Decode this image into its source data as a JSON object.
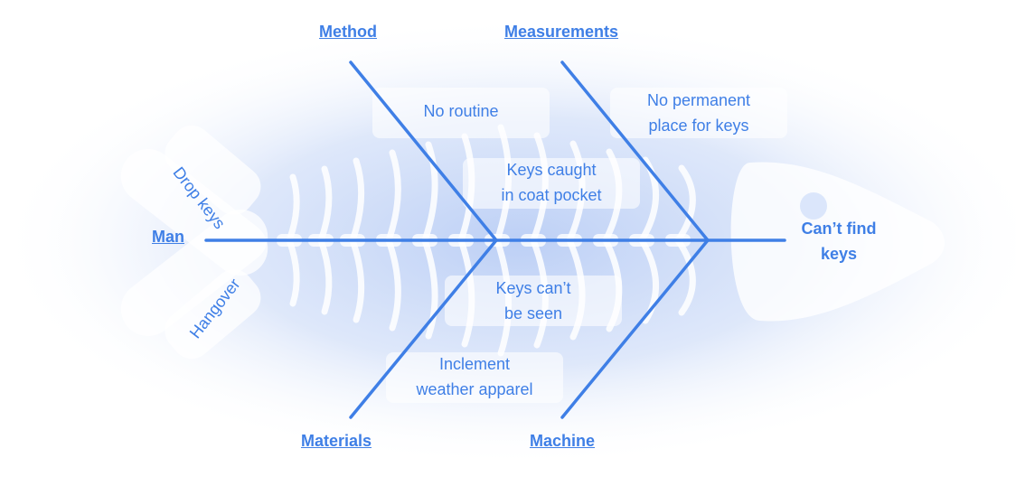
{
  "colors": {
    "accent": "#3f7fe6",
    "glow": "#dbe6fb",
    "bone": "#ffffff"
  },
  "effect": {
    "line1": "Can’t find",
    "line2": "keys"
  },
  "categories": {
    "method": "Method",
    "measurements": "Measurements",
    "man": "Man",
    "materials": "Materials",
    "machine": "Machine"
  },
  "causes": {
    "no_routine": "No routine",
    "no_place_1": "No permanent",
    "no_place_2": "place for keys",
    "caught_1": "Keys caught",
    "caught_2": "in coat pocket",
    "seen_1": "Keys can’t",
    "seen_2": "be seen",
    "weather_1": "Inclement",
    "weather_2": "weather apparel",
    "drop_keys": "Drop keys",
    "hangover": "Hangover"
  }
}
